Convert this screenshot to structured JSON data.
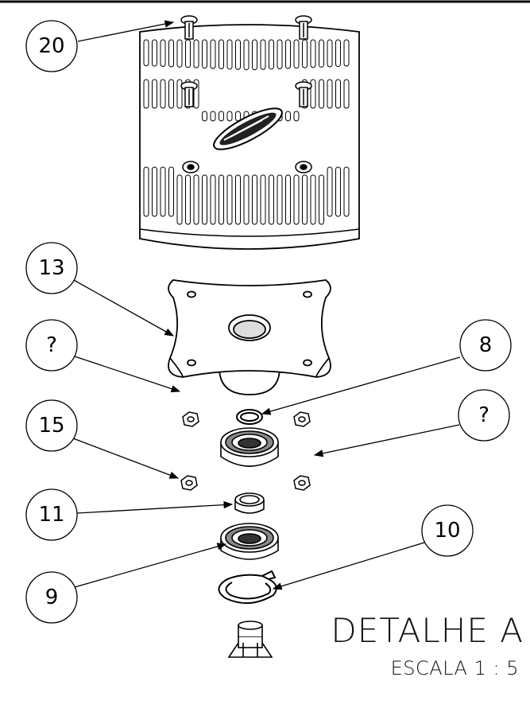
{
  "balloons": [
    {
      "id": "b20",
      "label": "20"
    },
    {
      "id": "b13",
      "label": "13"
    },
    {
      "id": "bq1",
      "label": "?"
    },
    {
      "id": "b8",
      "label": "8"
    },
    {
      "id": "bq2",
      "label": "?"
    },
    {
      "id": "b15",
      "label": "15"
    },
    {
      "id": "b11",
      "label": "11"
    },
    {
      "id": "b10",
      "label": "10"
    },
    {
      "id": "b9",
      "label": "9"
    }
  ],
  "detail": {
    "title": "DETALHE A",
    "scale": "ESCALA 1 : 5"
  },
  "colors": {
    "line": "#000000",
    "background": "#ffffff"
  }
}
